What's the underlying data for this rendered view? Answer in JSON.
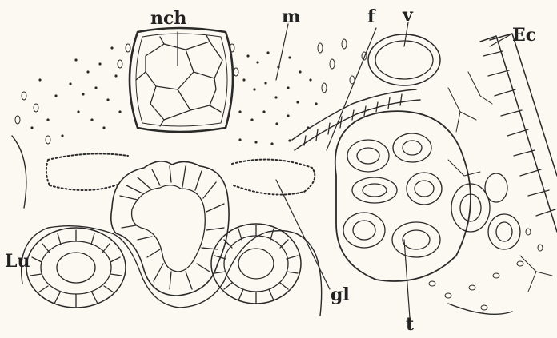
{
  "figure": {
    "labels": {
      "nch": "nch",
      "m": "m",
      "f": "f",
      "v": "v",
      "ec": "Ec",
      "lu": "Lu",
      "gl": "gl",
      "t": "t"
    },
    "ink_color": "#2a2a2a",
    "paper_color": "#fbf9f2"
  }
}
